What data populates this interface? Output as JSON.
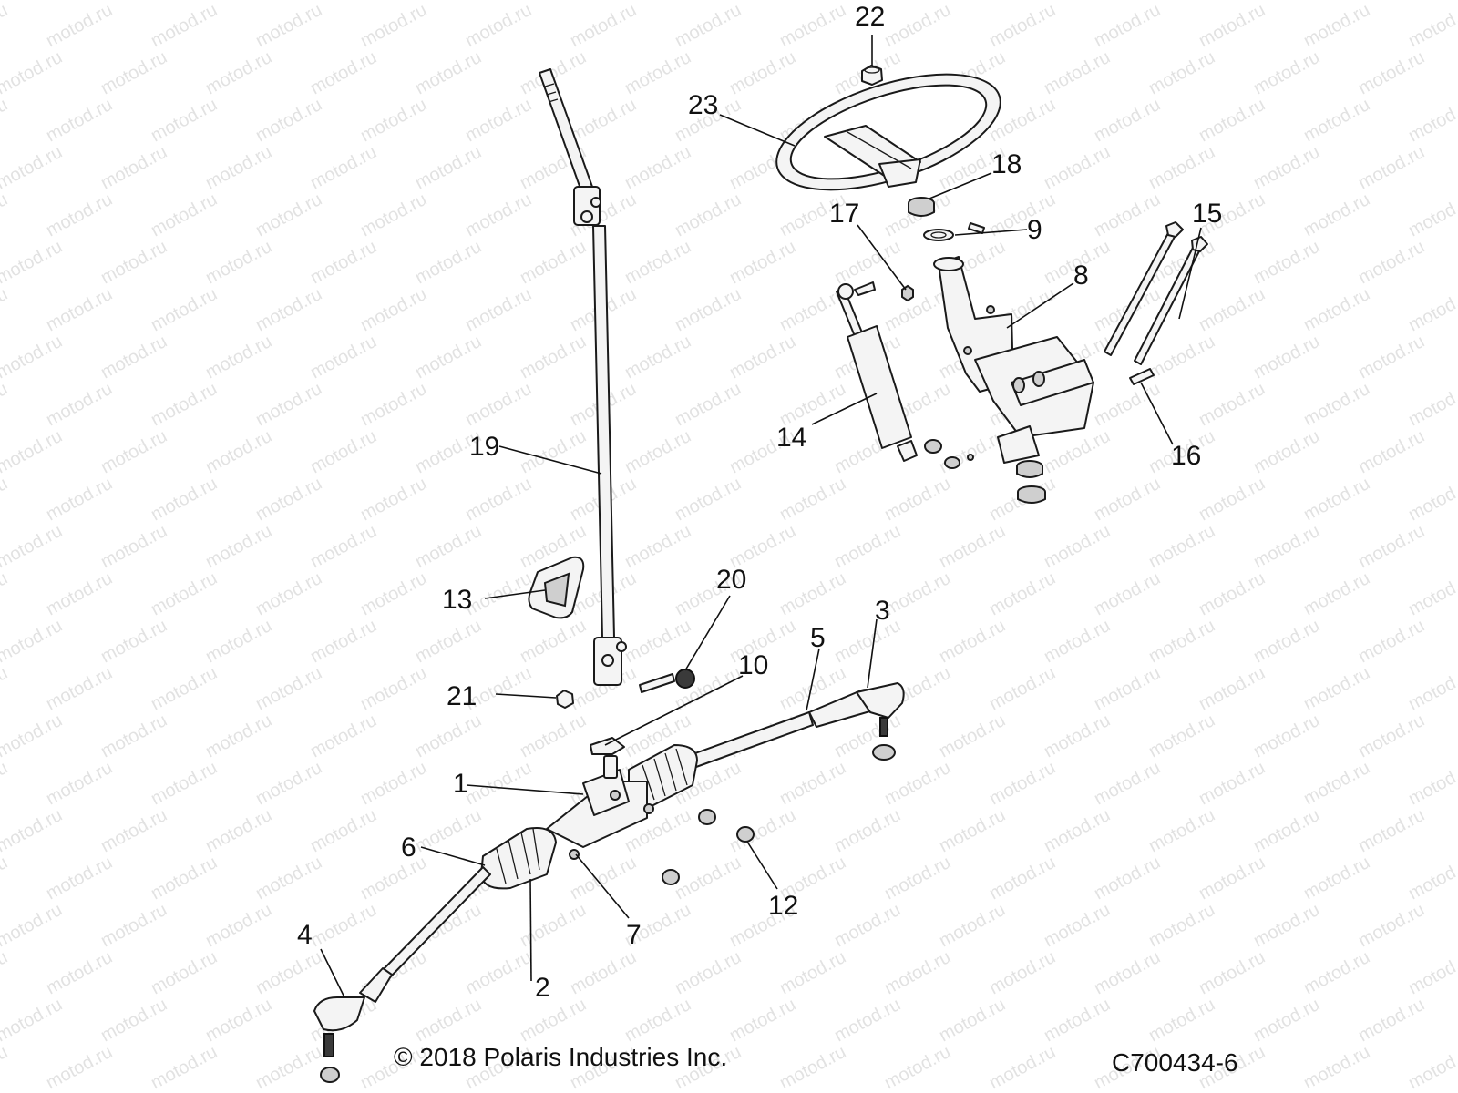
{
  "watermark_text": "motod.ru",
  "callouts": {
    "c1": "1",
    "c2": "2",
    "c3": "3",
    "c4": "4",
    "c5": "5",
    "c6": "6",
    "c7": "7",
    "c8": "8",
    "c9": "9",
    "c10": "10",
    "c12": "12",
    "c13": "13",
    "c14": "14",
    "c15": "15",
    "c16": "16",
    "c17": "17",
    "c18": "18",
    "c19": "19",
    "c20": "20",
    "c21": "21",
    "c22": "22",
    "c23": "23"
  },
  "footer": {
    "copyright": "© 2018 Polaris Industries Inc.",
    "code": "C700434-6"
  },
  "colors": {
    "line": "#1a1a1a",
    "fill": "#f4f4f4",
    "dark_part": "#3a3a3a",
    "watermark": "#9a9a9a"
  }
}
